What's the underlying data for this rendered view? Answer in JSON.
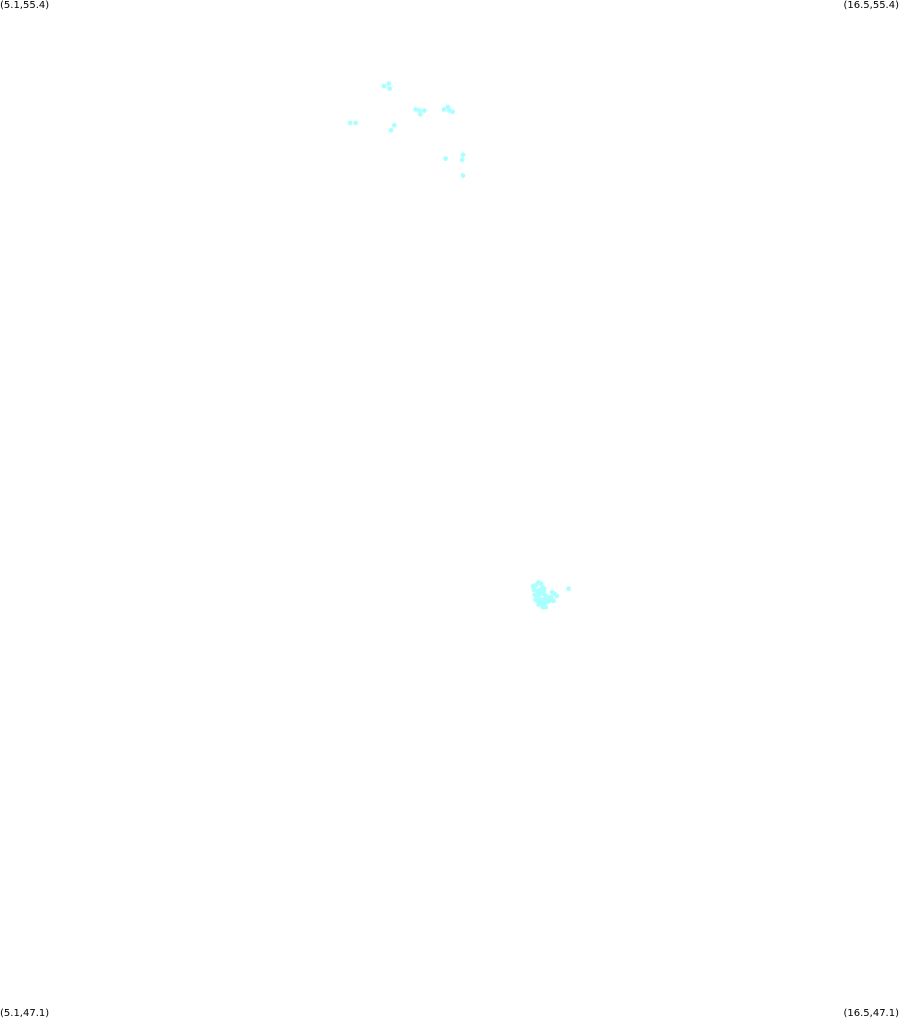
{
  "corners": {
    "top_left": "(5.1,55.4)",
    "top_right": "(16.5,55.4)",
    "bottom_left": "(5.1,47.1)",
    "bottom_right": "(16.5,47.1)"
  },
  "chart_data": {
    "type": "scatter",
    "x_label": "",
    "y_label": "",
    "xlim": [
      5.1,
      16.5
    ],
    "ylim": [
      47.1,
      55.4
    ],
    "point_color": "#aaffff",
    "series": [
      {
        "points": [
          [
            9.97,
            54.7
          ],
          [
            10.03,
            54.72
          ],
          [
            10.04,
            54.68
          ],
          [
            9.54,
            54.4
          ],
          [
            9.61,
            54.4
          ],
          [
            10.1,
            54.38
          ],
          [
            10.06,
            54.34
          ],
          [
            10.37,
            54.51
          ],
          [
            10.42,
            54.5
          ],
          [
            10.43,
            54.47
          ],
          [
            10.48,
            54.5
          ],
          [
            10.73,
            54.51
          ],
          [
            10.78,
            54.53
          ],
          [
            10.8,
            54.5
          ],
          [
            10.84,
            54.49
          ],
          [
            10.75,
            54.11
          ],
          [
            10.97,
            54.14
          ],
          [
            10.96,
            54.1
          ],
          [
            10.97,
            53.97
          ],
          [
            11.86,
            50.63
          ],
          [
            11.9,
            50.64
          ],
          [
            11.93,
            50.66
          ],
          [
            11.96,
            50.65
          ],
          [
            11.98,
            50.62
          ],
          [
            12.0,
            50.61
          ],
          [
            11.87,
            50.6
          ],
          [
            11.92,
            50.59
          ],
          [
            11.95,
            50.6
          ],
          [
            11.99,
            50.59
          ],
          [
            11.88,
            50.56
          ],
          [
            11.91,
            50.55
          ],
          [
            11.94,
            50.56
          ],
          [
            11.97,
            50.57
          ],
          [
            12.01,
            50.56
          ],
          [
            11.89,
            50.52
          ],
          [
            11.92,
            50.51
          ],
          [
            11.95,
            50.52
          ],
          [
            11.98,
            50.52
          ],
          [
            12.02,
            50.53
          ],
          [
            11.96,
            50.49
          ],
          [
            12.0,
            50.49
          ],
          [
            12.04,
            50.5
          ],
          [
            12.07,
            50.51
          ],
          [
            12.05,
            50.54
          ],
          [
            12.09,
            50.54
          ],
          [
            12.1,
            50.58
          ],
          [
            12.13,
            50.57
          ],
          [
            12.12,
            50.51
          ],
          [
            12.16,
            50.55
          ],
          [
            11.93,
            50.48
          ],
          [
            11.98,
            50.46
          ],
          [
            12.02,
            50.46
          ],
          [
            12.31,
            50.61
          ]
        ]
      }
    ]
  }
}
